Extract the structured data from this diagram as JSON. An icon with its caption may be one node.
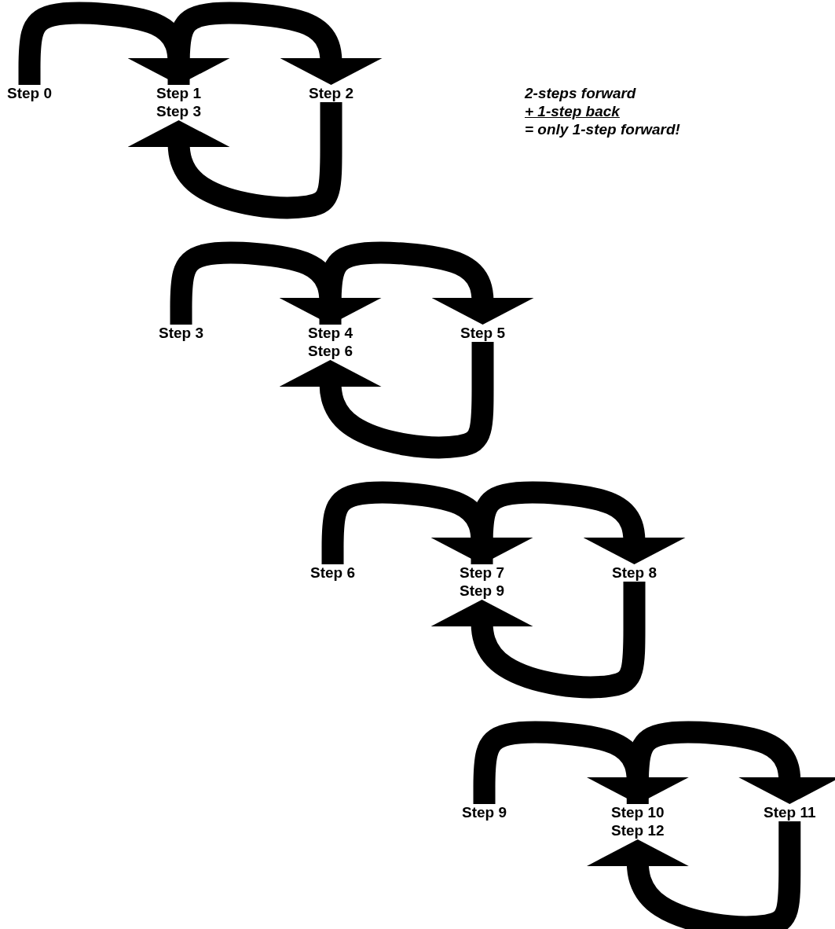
{
  "diagram": {
    "nodes": [
      {
        "text": [
          "Step 0"
        ]
      },
      {
        "text": [
          "Step 1"
        ]
      },
      {
        "text": [
          "Step 2"
        ]
      },
      {
        "text": [
          "Step 3"
        ]
      },
      {
        "text": [
          "Step 3"
        ]
      },
      {
        "text": [
          "Step 4"
        ]
      },
      {
        "text": [
          "Step 5"
        ]
      },
      {
        "text": [
          "Step 6"
        ]
      },
      {
        "text": [
          "Step 6"
        ]
      },
      {
        "text": [
          "Step 7"
        ]
      },
      {
        "text": [
          "Step 8"
        ]
      },
      {
        "text": [
          "Step 9"
        ]
      },
      {
        "text": [
          "Step 9"
        ]
      },
      {
        "text": [
          "Step 10"
        ]
      },
      {
        "text": [
          "Step 11"
        ]
      },
      {
        "text": [
          "Step 12"
        ]
      }
    ],
    "edges": [
      {
        "from": 0,
        "to": 1,
        "arrow": "to"
      },
      {
        "from": 1,
        "to": 2,
        "arrow": "to"
      },
      {
        "from": 2,
        "to": 3,
        "arrow": "to"
      },
      {
        "from": 4,
        "to": 5,
        "arrow": "to"
      },
      {
        "from": 5,
        "to": 6,
        "arrow": "to"
      },
      {
        "from": 6,
        "to": 7,
        "arrow": "to"
      },
      {
        "from": 8,
        "to": 9,
        "arrow": "to"
      },
      {
        "from": 9,
        "to": 10,
        "arrow": "to"
      },
      {
        "from": 10,
        "to": 11,
        "arrow": "to"
      },
      {
        "from": 12,
        "to": 13,
        "arrow": "to"
      },
      {
        "from": 13,
        "to": 14,
        "arrow": "to"
      },
      {
        "from": 14,
        "to": 15,
        "arrow": "to"
      }
    ],
    "labels": [
      "2-steps forward",
      "+ 1-step back",
      "= only 1-step forward!"
    ]
  }
}
